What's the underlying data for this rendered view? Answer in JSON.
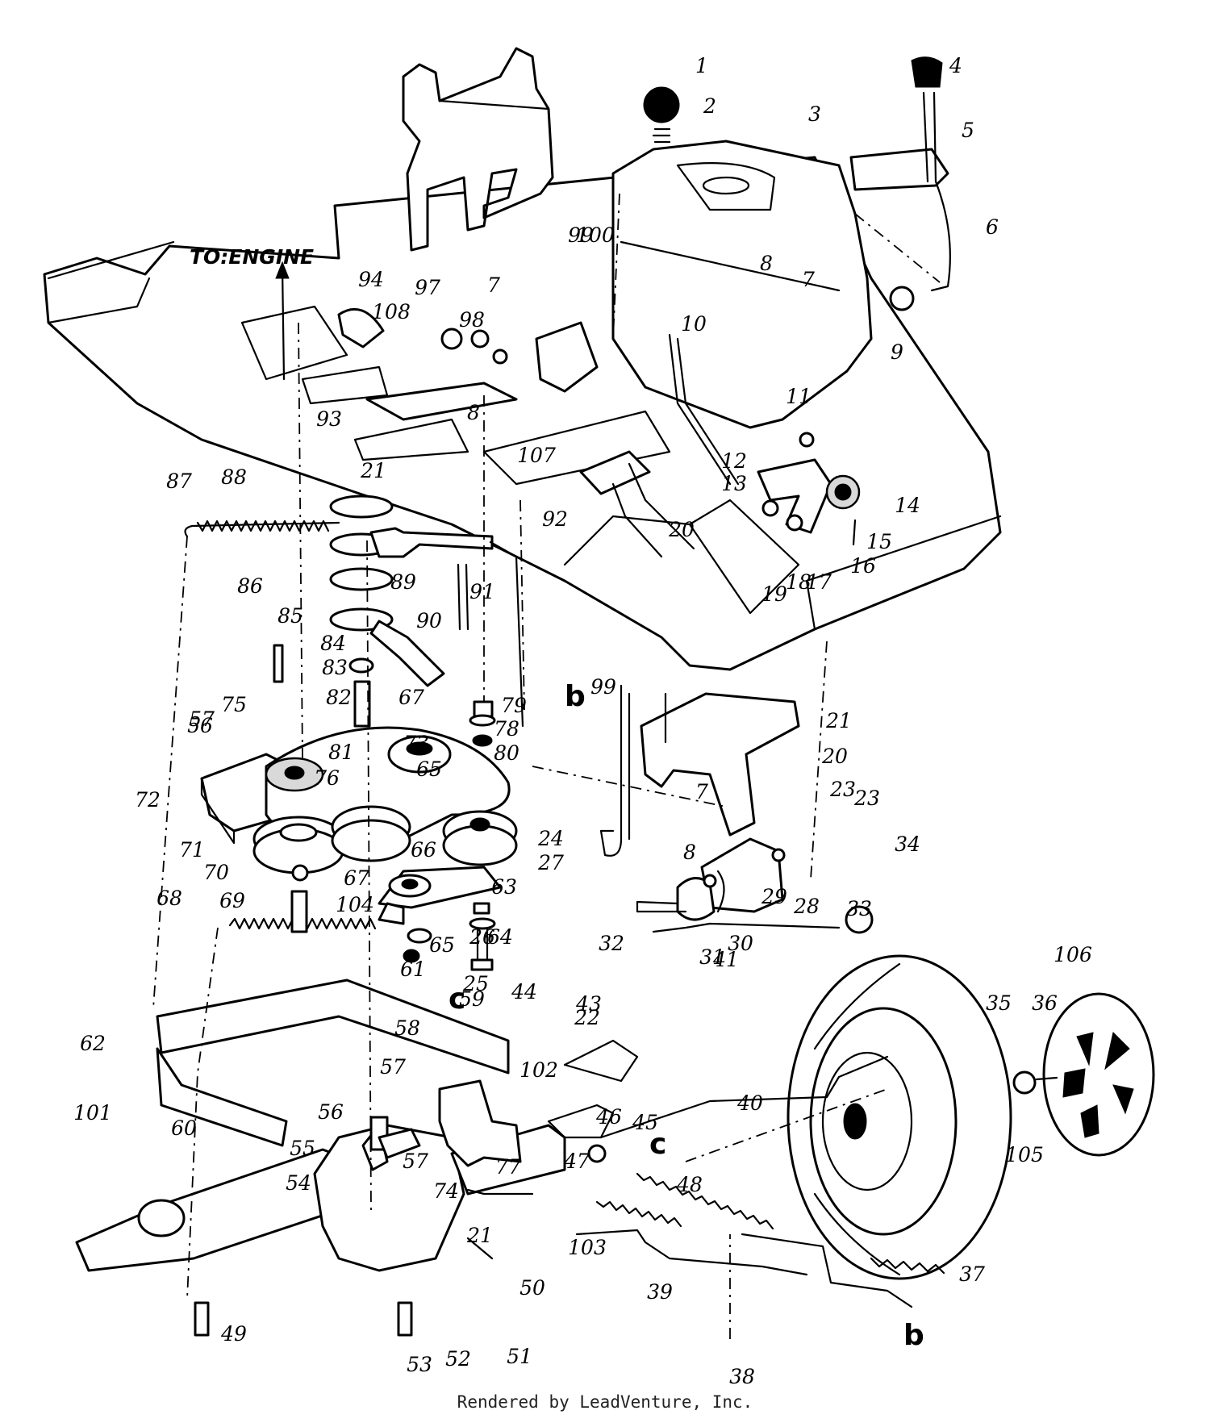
{
  "diagram": {
    "engine_label": "TO:ENGINE",
    "section_labels": [
      "b",
      "b",
      "c",
      "c"
    ],
    "part_labels": [
      "1",
      "2",
      "3",
      "4",
      "5",
      "6",
      "7",
      "8",
      "9",
      "10",
      "11",
      "12",
      "13",
      "14",
      "15",
      "16",
      "17",
      "18",
      "19",
      "20",
      "21",
      "22",
      "23",
      "24",
      "25",
      "26",
      "27",
      "28",
      "29",
      "30",
      "31",
      "32",
      "33",
      "34",
      "35",
      "36",
      "37",
      "38",
      "39",
      "40",
      "41",
      "43",
      "44",
      "45",
      "46",
      "47",
      "48",
      "49",
      "50",
      "51",
      "52",
      "53",
      "54",
      "55",
      "56",
      "57",
      "58",
      "59",
      "60",
      "61",
      "62",
      "63",
      "64",
      "65",
      "66",
      "67",
      "68",
      "69",
      "70",
      "71",
      "72",
      "73",
      "74",
      "75",
      "76",
      "77",
      "78",
      "79",
      "80",
      "81",
      "82",
      "83",
      "84",
      "85",
      "86",
      "87",
      "88",
      "89",
      "90",
      "91",
      "92",
      "93",
      "94",
      "97",
      "98",
      "99",
      "100",
      "101",
      "102",
      "103",
      "104",
      "105",
      "106",
      "107",
      "108",
      "7",
      "8",
      "20",
      "21",
      "23",
      "56",
      "57",
      "65",
      "67",
      "99",
      "7",
      "8",
      "21",
      "57"
    ]
  },
  "footer": {
    "credit": "Rendered by LeadVenture, Inc."
  }
}
